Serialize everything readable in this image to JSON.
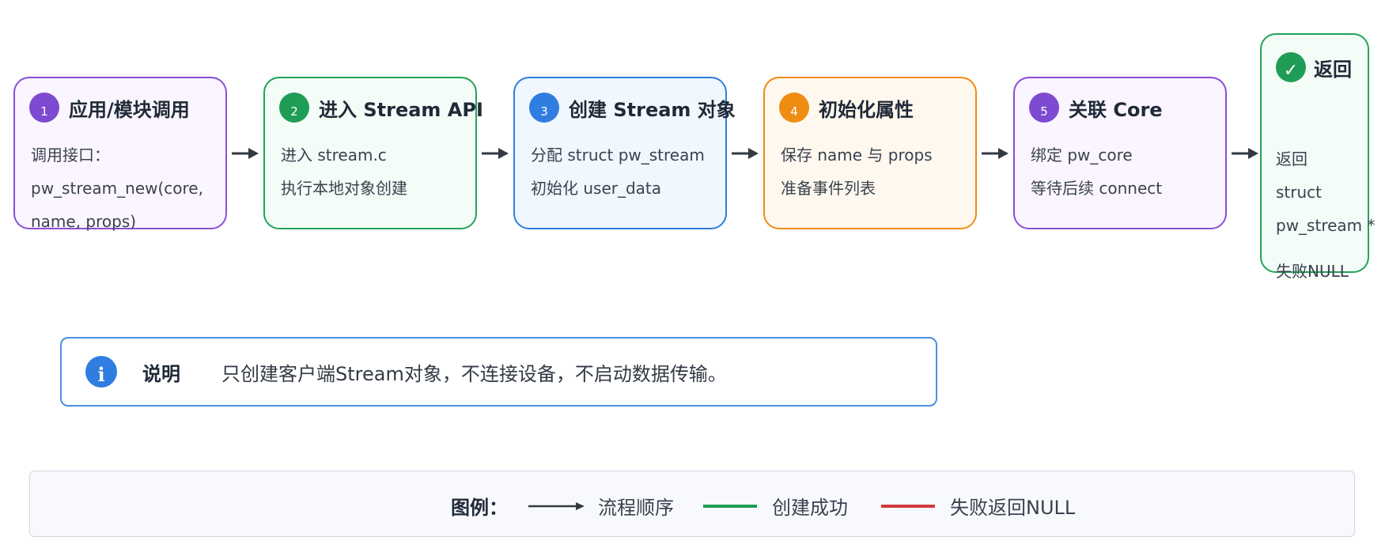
{
  "steps": [
    {
      "num": "1",
      "title": "应用/模块调用",
      "lines": [
        "调用接口：",
        "pw_stream_new(core,",
        "name, props)"
      ],
      "border": "#8a4fd6",
      "fill": "#faf5ff",
      "badge": "#7e4ad1"
    },
    {
      "num": "2",
      "title": "进入 Stream API",
      "lines": [
        "进入 stream.c",
        "执行本地对象创建"
      ],
      "border": "#22a35a",
      "fill": "#f3fcf6",
      "badge": "#1f9c55"
    },
    {
      "num": "3",
      "title": "创建 Stream 对象",
      "lines": [
        "分配 struct pw_stream",
        "初始化 user_data"
      ],
      "border": "#2f7de1",
      "fill": "#f1f7fe",
      "badge": "#2f7de1"
    },
    {
      "num": "4",
      "title": "初始化属性",
      "lines": [
        "保存 name 与 props",
        "准备事件列表"
      ],
      "border": "#ef8c12",
      "fill": "#fff8ee",
      "badge": "#ef8c12"
    },
    {
      "num": "5",
      "title": "关联 Core",
      "lines": [
        "绑定 pw_core",
        "等待后续 connect"
      ],
      "border": "#8a4fd6",
      "fill": "#faf5ff",
      "badge": "#7e4ad1"
    }
  ],
  "final_step": {
    "icon": "✓",
    "title": "返回",
    "lines": [
      "返回",
      "struct",
      "pw_stream *",
      "失败NULL"
    ],
    "border": "#22a35a",
    "fill": "#f3fcf6",
    "badge": "#1f9c55"
  },
  "note": {
    "icon": "i",
    "label": "说明",
    "text": "只创建客户端Stream对象，不连接设备，不启动数据传输。"
  },
  "legend": {
    "title": "图例：",
    "items": [
      {
        "label": "流程顺序",
        "color": "#333a44"
      },
      {
        "label": "创建成功",
        "color": "#1f9c55"
      },
      {
        "label": "失败返回NULL",
        "color": "#d13b3b"
      }
    ]
  }
}
